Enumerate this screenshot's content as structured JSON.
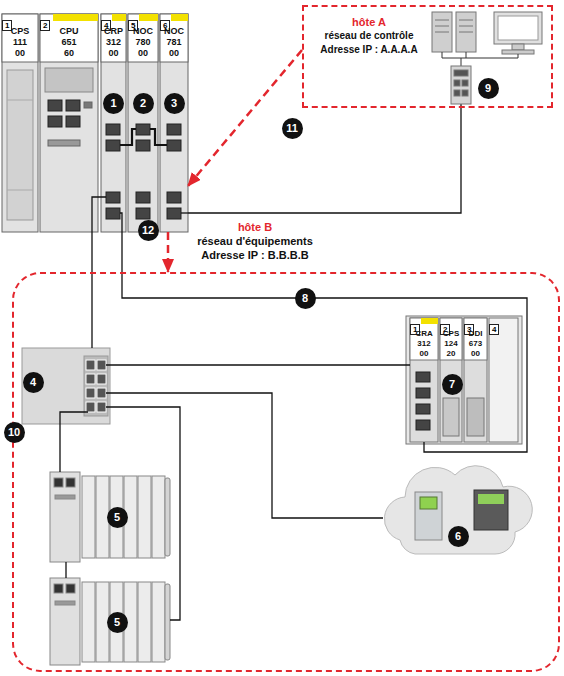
{
  "diagram": {
    "nodes": [
      {
        "text": [
          "1",
          "CPS 111 00"
        ]
      },
      {
        "text": [
          "2",
          "CPU 651 60"
        ]
      },
      {
        "text": [
          "4",
          "CRP 312 00"
        ]
      },
      {
        "text": [
          "5",
          "NOC 780 00"
        ]
      },
      {
        "text": [
          "6",
          "NOC 781 00"
        ]
      },
      {
        "text": [
          "hôte A",
          "réseau de contrôle",
          "Adresse IP : A.A.A.A"
        ]
      },
      {
        "text": [
          "hôte B",
          "réseau d'équipements",
          "Adresse IP : B.B.B.B"
        ]
      },
      {
        "text": [
          "1",
          "CRA 312 00"
        ],
        "in": 6
      },
      {
        "text": [
          "2",
          "CPS 124 20"
        ],
        "in": 6
      },
      {
        "text": [
          "3",
          "DDI 673 00"
        ],
        "in": 6
      },
      {
        "text": [
          "4"
        ],
        "in": 6
      }
    ],
    "edges": [
      {
        "from": 5,
        "to": 4,
        "arrow": "to"
      },
      {
        "from": 4,
        "to": 5,
        "arrow": "none"
      },
      {
        "from": 4,
        "to": 6,
        "arrow": "to"
      },
      {
        "from": 2,
        "to": 7,
        "arrow": "none"
      }
    ],
    "labels": [
      "1",
      "2",
      "3",
      "11",
      "9",
      "12",
      "8",
      "4",
      "7",
      "10",
      "6",
      "5",
      "5"
    ]
  }
}
